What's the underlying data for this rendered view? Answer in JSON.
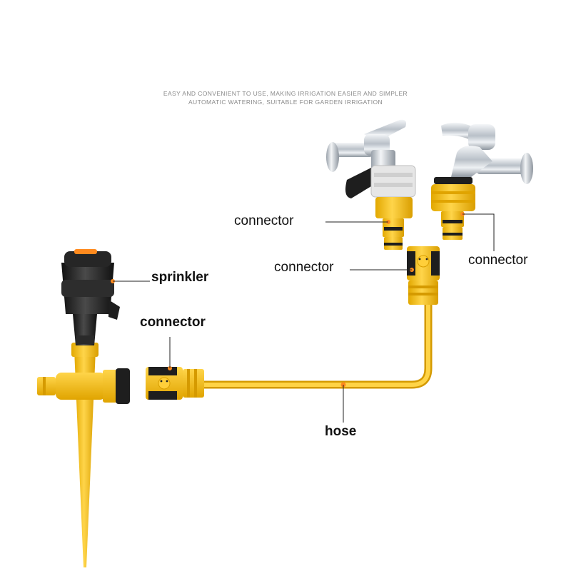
{
  "tagline": {
    "line1": "EASY AND CONVENIENT TO USE, MAKING IRRIGATION EASIER AND SIMPLER",
    "line2": "AUTOMATIC WATERING, SUITABLE FOR GARDEN IRRIGATION"
  },
  "labels": {
    "connector_top_left": "connector",
    "connector_top_right": "connector",
    "connector_middle": "connector",
    "sprinkler": "sprinkler",
    "connector_left": "connector",
    "hose": "hose"
  },
  "colors": {
    "yellow": "#f4c21a",
    "yellow_dark": "#d9a100",
    "orange": "#ff8a1e",
    "black": "#1e1e1e",
    "chrome": "#c9ced4"
  }
}
